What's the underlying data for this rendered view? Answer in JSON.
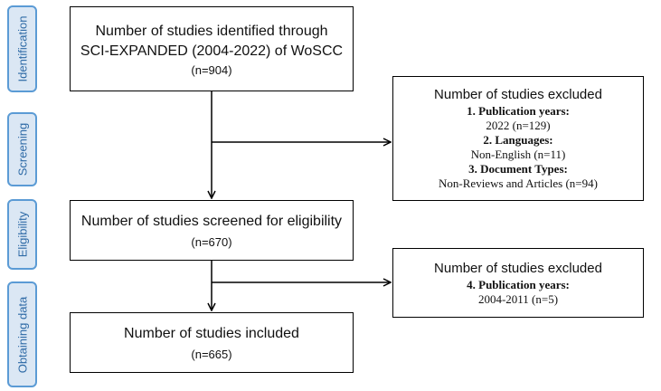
{
  "stages": {
    "identification": "Identification",
    "screening": "Screening",
    "eligibility": "Eligibility",
    "obtaining": "Obtaining data"
  },
  "boxes": {
    "identified": {
      "line1": "Number of studies identified through",
      "line2": "SCI-EXPANDED (2004-2022) of WoSCC",
      "count": "(n=904)"
    },
    "excluded1": {
      "title": "Number of studies excluded",
      "c1_head": "1. Publication years:",
      "c1_val": "2022 (n=129)",
      "c2_head": "2. Languages:",
      "c2_val": "Non-English (n=11)",
      "c3_head": "3. Document Types:",
      "c3_val": "Non-Reviews and Articles (n=94)"
    },
    "screened": {
      "title": "Number of studies screened for eligibility",
      "count": "(n=670)"
    },
    "excluded2": {
      "title": "Number of studies excluded",
      "c4_head": "4. Publication years:",
      "c4_val": "2004-2011 (n=5)"
    },
    "included": {
      "title": "Number of studies included",
      "count": "(n=665)"
    }
  },
  "colors": {
    "stage_fill": "#dbe7f4",
    "stage_border": "#5b9bd5",
    "stage_text": "#2e6aa6",
    "box_border": "#000000"
  }
}
